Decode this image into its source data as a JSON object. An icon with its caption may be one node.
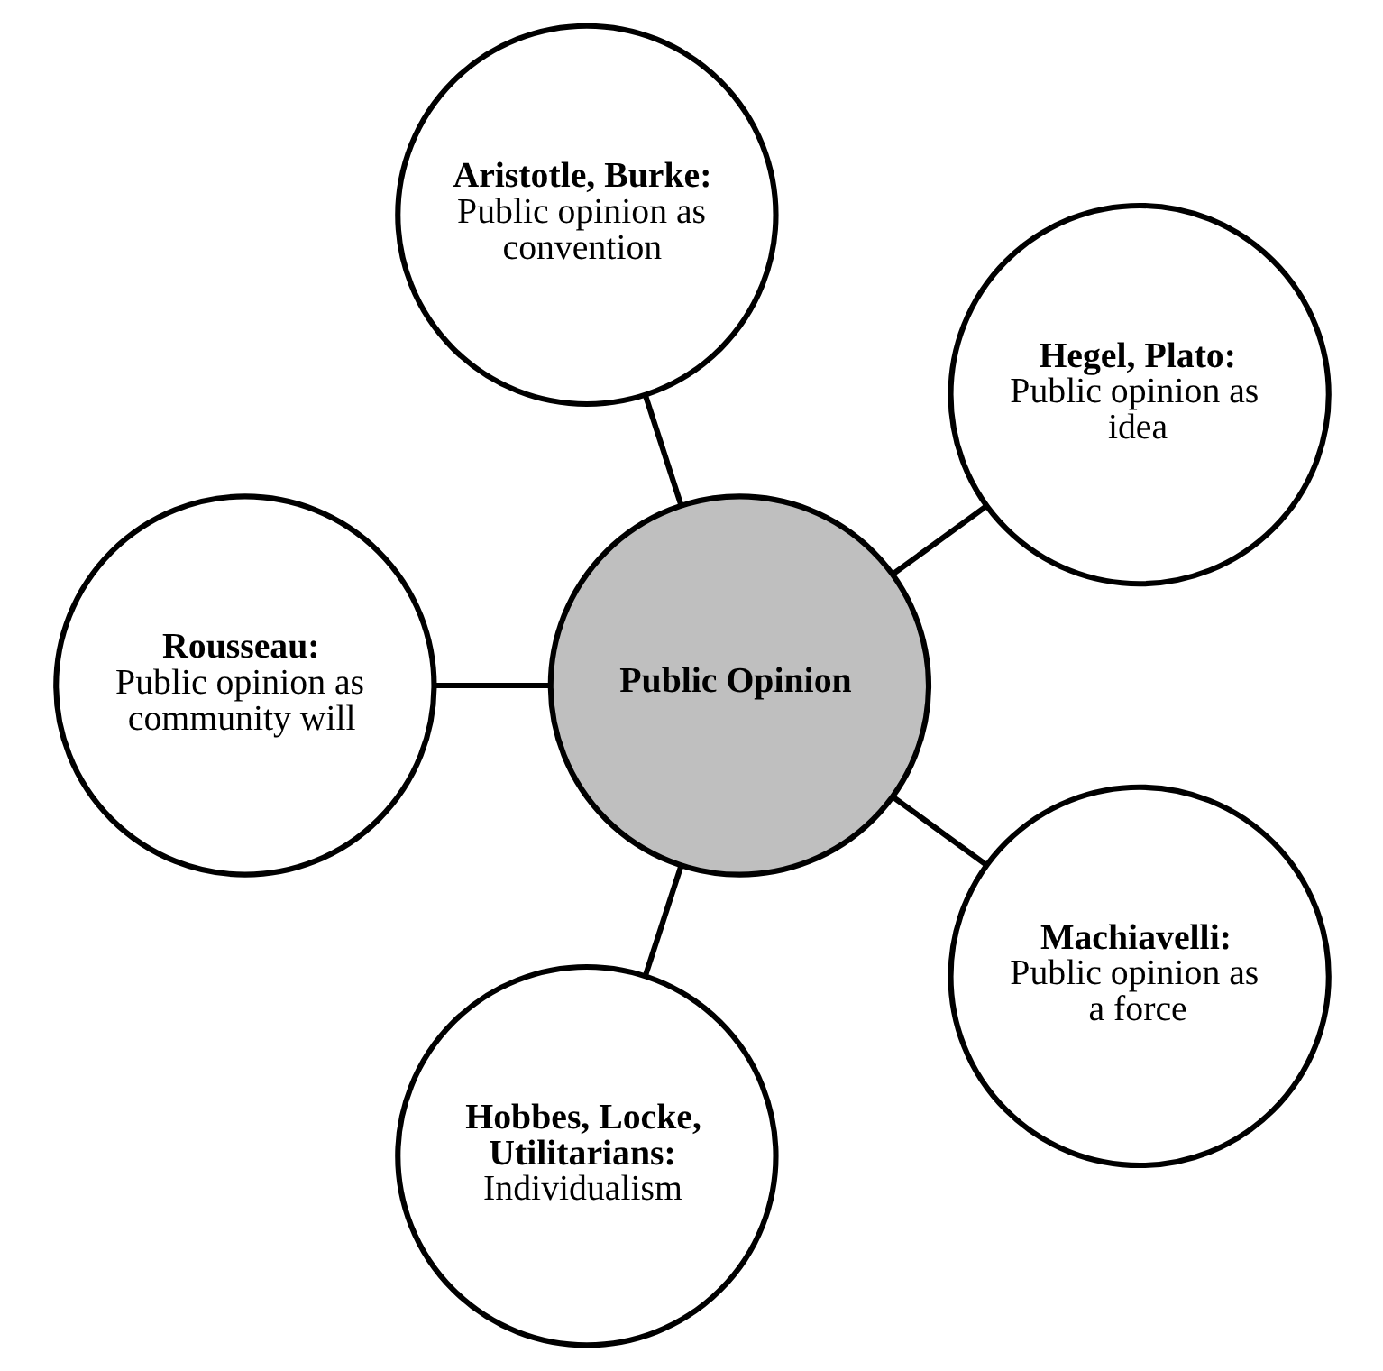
{
  "diagram": {
    "nodes": [
      {
        "text": [
          "Public Opinion"
        ]
      },
      {
        "text": [
          "Machiavelli:",
          "Public opinion as a force"
        ]
      },
      {
        "text": [
          "Hobbes, Locke, Utilitarians:",
          "Individualism"
        ]
      },
      {
        "text": [
          "Rousseau:",
          "Public opinion as community will"
        ]
      },
      {
        "text": [
          "Aristotle, Burke:",
          "Public opinion as convention"
        ]
      },
      {
        "text": [
          "Hegel, Plato:",
          "Public opinion as idea"
        ]
      }
    ],
    "edges": [
      {
        "from": 0,
        "to": 1,
        "arrow": "none"
      },
      {
        "from": 0,
        "to": 2,
        "arrow": "none"
      },
      {
        "from": 0,
        "to": 3,
        "arrow": "none"
      },
      {
        "from": 0,
        "to": 4,
        "arrow": "none"
      },
      {
        "from": 0,
        "to": 5,
        "arrow": "none"
      }
    ]
  }
}
